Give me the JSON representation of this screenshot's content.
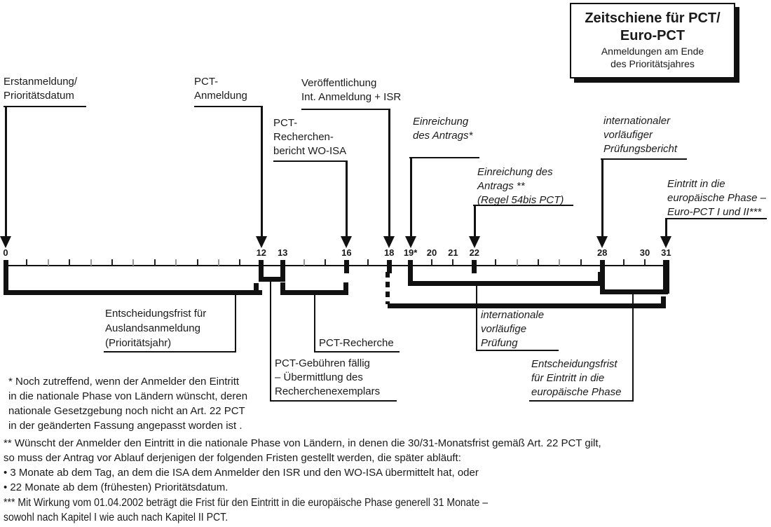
{
  "title_box": {
    "title": [
      "Zeitschiene für PCT/",
      "Euro-PCT"
    ],
    "subtitle": [
      "Anmeldungen am Ende",
      "des Prioritätsjahres"
    ]
  },
  "event_labels": {
    "erstanmeldung": [
      "Erstanmeldung/",
      "Prioritätsdatum"
    ],
    "pct_anmeldung": [
      "PCT-",
      "Anmeldung"
    ],
    "pct_recherchenbericht": [
      "PCT-",
      "Recherchen-",
      "bericht WO-ISA"
    ],
    "veroeffentlichung": [
      "Veröffentlichung",
      "Int. Anmeldung + ISR"
    ],
    "einreichung_antrag_1": [
      "Einreichung",
      "des Antrags*"
    ],
    "einreichung_antrag_2": [
      "Einreichung des",
      "Antrags **",
      "(Regel 54bis PCT)"
    ],
    "int_pruefungsbericht": [
      "internationaler",
      "vorläufiger",
      "Prüfungsbericht"
    ],
    "eintritt_eu_phase": [
      "Eintritt in die",
      "europäische Phase –",
      "Euro-PCT I und II***"
    ]
  },
  "period_labels": {
    "entscheidungsfrist_ausland": [
      "Entscheidungsfrist für",
      "Auslandsanmeldung",
      "(Prioritätsjahr)"
    ],
    "pct_recherche": [
      "PCT-Recherche"
    ],
    "pct_gebuehren": [
      "PCT-Gebühren fällig",
      "– Übermittlung des",
      "Recherchenexemplars"
    ],
    "int_vorl_pruefung": [
      "internationale",
      "vorläufige",
      "Prüfung"
    ],
    "entscheidungsfrist_eu": [
      "Entscheidungsfrist",
      "für Eintritt in die",
      "europäische Phase"
    ]
  },
  "timeline": {
    "ticks": [
      {
        "month": 0,
        "label": "0",
        "type": "major"
      },
      {
        "month": 1,
        "label": "",
        "type": "minor"
      },
      {
        "month": 2,
        "label": "",
        "type": "minor"
      },
      {
        "month": 3,
        "label": "",
        "type": "minor"
      },
      {
        "month": 4,
        "label": "",
        "type": "minor"
      },
      {
        "month": 5,
        "label": "",
        "type": "minor"
      },
      {
        "month": 6,
        "label": "",
        "type": "minor"
      },
      {
        "month": 7,
        "label": "",
        "type": "minor"
      },
      {
        "month": 8,
        "label": "",
        "type": "minor"
      },
      {
        "month": 9,
        "label": "",
        "type": "minor"
      },
      {
        "month": 10,
        "label": "",
        "type": "minor"
      },
      {
        "month": 11,
        "label": "",
        "type": "minor"
      },
      {
        "month": 12,
        "label": "12",
        "type": "major"
      },
      {
        "month": 13,
        "label": "13",
        "type": "major"
      },
      {
        "month": 14,
        "label": "",
        "type": "minor"
      },
      {
        "month": 15,
        "label": "",
        "type": "minor"
      },
      {
        "month": 16,
        "label": "16",
        "type": "major"
      },
      {
        "month": 17,
        "label": "",
        "type": "minor"
      },
      {
        "month": 18,
        "label": "18",
        "type": "major"
      },
      {
        "month": 19,
        "label": "19*",
        "type": "major"
      },
      {
        "month": 20,
        "label": "20",
        "type": "minor-labeled"
      },
      {
        "month": 21,
        "label": "21",
        "type": "minor-labeled"
      },
      {
        "month": 22,
        "label": "22",
        "type": "major"
      },
      {
        "month": 23,
        "label": "",
        "type": "minor"
      },
      {
        "month": 24,
        "label": "",
        "type": "minor"
      },
      {
        "month": 25,
        "label": "",
        "type": "minor"
      },
      {
        "month": 26,
        "label": "",
        "type": "minor"
      },
      {
        "month": 27,
        "label": "",
        "type": "minor"
      },
      {
        "month": 28,
        "label": "28",
        "type": "major"
      },
      {
        "month": 29,
        "label": "",
        "type": "minor"
      },
      {
        "month": 30,
        "label": "30",
        "type": "minor-labeled"
      },
      {
        "month": 31,
        "label": "31",
        "type": "major-tall"
      }
    ]
  },
  "footnotes": {
    "fn1": [
      "* Noch zutreffend, wenn der Anmelder den Eintritt",
      "in die nationale Phase von Ländern wünscht, deren",
      "nationale Gesetzgebung noch nicht an Art. 22 PCT",
      "in der geänderten Fassung angepasst worden ist ."
    ],
    "fn2": [
      "** Wünscht der Anmelder den Eintritt in die nationale Phase von Ländern, in denen die 30/31-Monatsfrist gemäß Art. 22 PCT gilt,",
      "so muss der Antrag vor Ablauf derjenigen der folgenden Fristen gestellt werden, die später abläuft:",
      "• 3 Monate ab dem Tag, an dem die ISA dem Anmelder den ISR und den WO-ISA übermittelt hat, oder",
      "• 22 Monate ab dem (frühesten) Prioritätsdatum."
    ],
    "fn3": [
      "*** Mit Wirkung vom 01.04.2002 beträgt die Frist für den Eintritt in die europäische Phase generell 31 Monate –",
      "sowohl nach Kapitel I wie auch nach Kapitel II PCT."
    ]
  },
  "colors": {
    "ink": "#111111"
  }
}
